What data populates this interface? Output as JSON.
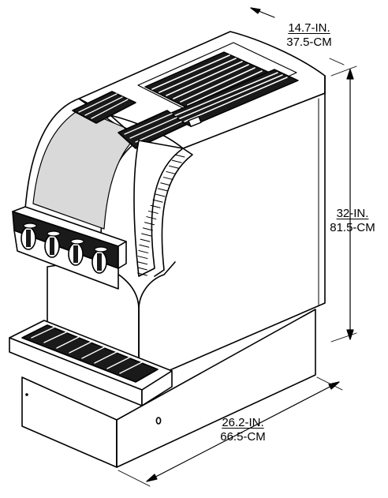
{
  "dimensions": {
    "depth": {
      "imperial": "14.7-IN.",
      "metric": "37.5-CM"
    },
    "height": {
      "imperial": "32-IN.",
      "metric": "81.5-CM"
    },
    "width": {
      "imperial": "26.2-IN.",
      "metric": "66.5-CM"
    }
  },
  "colors": {
    "line": "#000000",
    "panel": "#d9d9d9",
    "dark": "#1a1a1a",
    "background": "#ffffff"
  },
  "dispense_valve_count": 4
}
